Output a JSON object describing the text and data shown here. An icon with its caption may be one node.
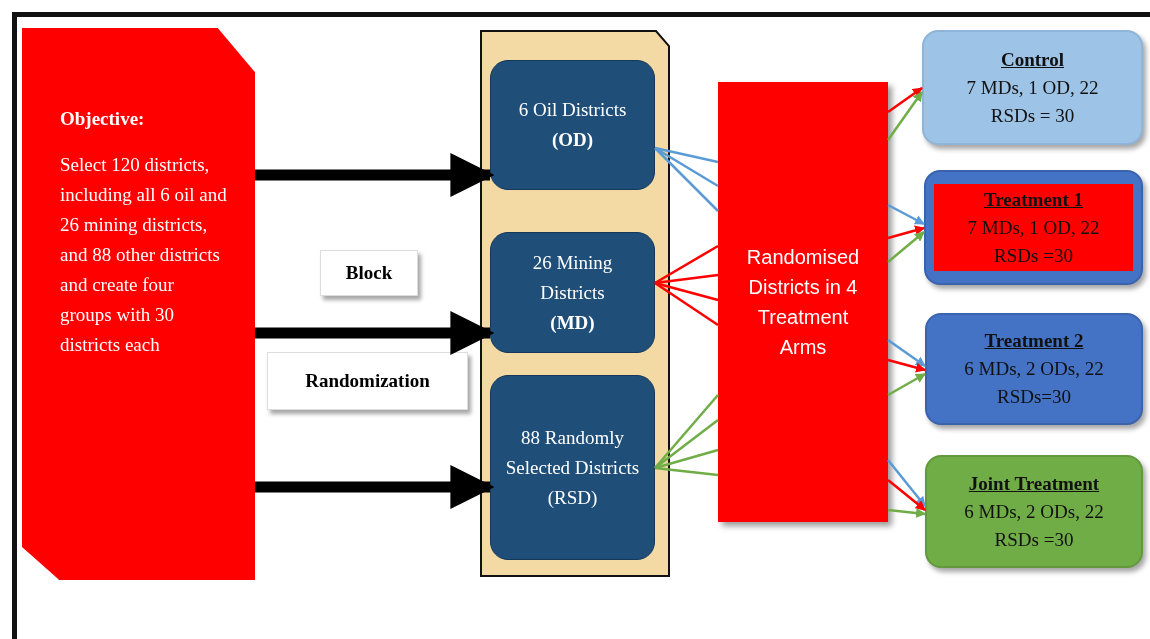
{
  "diagram": {
    "nodes": [
      {
        "text": [
          "Objective:",
          "Select 120 districts, including all 6 oil and 26 mining districts, and 88 other districts and create four groups with 30 districts each"
        ]
      },
      {
        "text": [],
        "shape": "box"
      },
      {
        "text": [
          "6 Oil Districts",
          "(OD)"
        ],
        "in": 1
      },
      {
        "text": [
          "26 Mining Districts",
          "(MD)"
        ],
        "in": 1
      },
      {
        "text": [
          "88 Randomly Selected Districts (RSD)"
        ],
        "in": 1
      },
      {
        "text": [
          "Block"
        ]
      },
      {
        "text": [
          "Randomization"
        ]
      },
      {
        "text": [
          "Randomised Districts in 4 Treatment Arms"
        ]
      },
      {
        "text": [
          "Control",
          "7 MDs, 1 OD, 22 RSDs = 30"
        ]
      },
      {
        "text": [
          "Treatment 1",
          "7 MDs, 1 OD, 22 RSDs =30"
        ]
      },
      {
        "text": [
          "Treatment 2",
          "6 MDs, 2 ODs, 22 RSDs=30"
        ]
      },
      {
        "text": [
          "Joint Treatment",
          "6 MDs, 2 ODs, 22 RSDs =30"
        ]
      }
    ],
    "edges": [
      {
        "from": 0,
        "to": 2,
        "arrow": "to",
        "style": "thick",
        "color": "#000000"
      },
      {
        "from": 0,
        "to": 3,
        "arrow": "to",
        "style": "thick",
        "color": "#000000"
      },
      {
        "from": 0,
        "to": 4,
        "arrow": "to",
        "style": "thick",
        "color": "#000000"
      },
      {
        "from": 2,
        "to": 7,
        "arrow": "none",
        "color": "#5b9bd5"
      },
      {
        "from": 2,
        "to": 7,
        "arrow": "none",
        "color": "#5b9bd5"
      },
      {
        "from": 2,
        "to": 7,
        "arrow": "none",
        "color": "#5b9bd5"
      },
      {
        "from": 3,
        "to": 7,
        "arrow": "none",
        "color": "#ff0000"
      },
      {
        "from": 3,
        "to": 7,
        "arrow": "none",
        "color": "#ff0000"
      },
      {
        "from": 3,
        "to": 7,
        "arrow": "none",
        "color": "#ff0000"
      },
      {
        "from": 3,
        "to": 7,
        "arrow": "none",
        "color": "#ff0000"
      },
      {
        "from": 4,
        "to": 7,
        "arrow": "none",
        "color": "#70ad47"
      },
      {
        "from": 4,
        "to": 7,
        "arrow": "none",
        "color": "#70ad47"
      },
      {
        "from": 4,
        "to": 7,
        "arrow": "none",
        "color": "#70ad47"
      },
      {
        "from": 4,
        "to": 7,
        "arrow": "none",
        "color": "#70ad47"
      },
      {
        "from": 7,
        "to": 8,
        "arrow": "to",
        "color": "#ff0000"
      },
      {
        "from": 7,
        "to": 8,
        "arrow": "to",
        "color": "#70ad47"
      },
      {
        "from": 7,
        "to": 9,
        "arrow": "to",
        "color": "#5b9bd5"
      },
      {
        "from": 7,
        "to": 9,
        "arrow": "to",
        "color": "#ff0000"
      },
      {
        "from": 7,
        "to": 9,
        "arrow": "to",
        "color": "#70ad47"
      },
      {
        "from": 7,
        "to": 10,
        "arrow": "to",
        "color": "#5b9bd5"
      },
      {
        "from": 7,
        "to": 10,
        "arrow": "to",
        "color": "#ff0000"
      },
      {
        "from": 7,
        "to": 10,
        "arrow": "to",
        "color": "#70ad47"
      },
      {
        "from": 7,
        "to": 11,
        "arrow": "to",
        "color": "#5b9bd5"
      },
      {
        "from": 7,
        "to": 11,
        "arrow": "to",
        "color": "#ff0000"
      },
      {
        "from": 7,
        "to": 11,
        "arrow": "to",
        "color": "#70ad47"
      }
    ]
  }
}
